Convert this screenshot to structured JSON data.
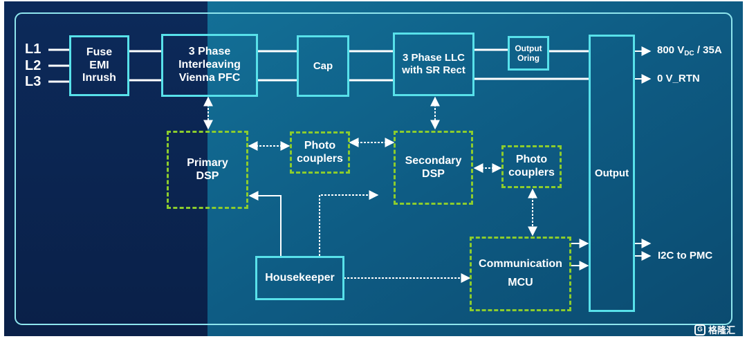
{
  "inputs": {
    "l1": "L1",
    "l2": "L2",
    "l3": "L3"
  },
  "blocks": {
    "fuse_emi": [
      "Fuse",
      "EMI",
      "Inrush"
    ],
    "vienna_pfc": [
      "3 Phase",
      "Interleaving",
      "Vienna PFC"
    ],
    "cap": [
      "Cap"
    ],
    "llc": [
      "3 Phase LLC",
      "with SR Rect"
    ],
    "output_oring": [
      "Output",
      "Oring"
    ],
    "output": [
      "Output"
    ],
    "primary_dsp": [
      "Primary",
      "DSP"
    ],
    "photo_couplers_1": [
      "Photo",
      "couplers"
    ],
    "secondary_dsp": [
      "Secondary",
      "DSP"
    ],
    "photo_couplers_2": [
      "Photo",
      "couplers"
    ],
    "housekeeper": [
      "Housekeeper"
    ],
    "comm_mcu": [
      "Communication",
      "MCU"
    ]
  },
  "outputs": {
    "vdc_value": "800 V",
    "vdc_sub": "DC",
    "vdc_rest": " / 35A",
    "rtn": "0 V_RTN",
    "i2c": "I2C to PMC"
  },
  "watermark": {
    "text": "格隆汇",
    "badge": "G"
  },
  "colors": {
    "background_dark": "#0a2350",
    "background_light": "#0f5f88",
    "solid_border": "#58e1ea",
    "dashed_border": "#8ccc2d",
    "line": "#ffffff"
  }
}
